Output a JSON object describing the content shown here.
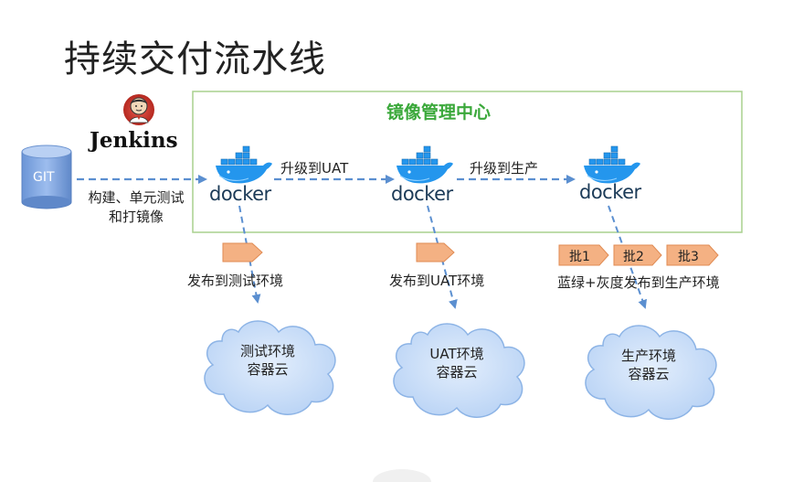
{
  "slide": {
    "title": "持续交付流水线"
  },
  "jenkins": {
    "label": "Jenkins",
    "icon": "jenkins-butler-icon"
  },
  "git": {
    "label": "GIT",
    "icon": "database-cylinder-icon"
  },
  "build_step": {
    "line1": "构建、单元测试",
    "line2": "和打镜像"
  },
  "registry_panel": {
    "title": "镜像管理中心",
    "border_color": "#a9d18e"
  },
  "docker_nodes": [
    {
      "word": "docker"
    },
    {
      "word": "docker"
    },
    {
      "word": "docker"
    }
  ],
  "promotions": [
    {
      "label": "升级到UAT"
    },
    {
      "label": "升级到生产"
    }
  ],
  "deploy_steps": [
    {
      "label": "发布到测试环境"
    },
    {
      "label": "发布到UAT环境"
    },
    {
      "label": "蓝绿+灰度发布到生产环境"
    }
  ],
  "batches": [
    {
      "label": "批1"
    },
    {
      "label": "批2"
    },
    {
      "label": "批3"
    }
  ],
  "clouds": [
    {
      "line1": "测试环境",
      "line2": "容器云"
    },
    {
      "line1": "UAT环境",
      "line2": "容器云"
    },
    {
      "line1": "生产环境",
      "line2": "容器云"
    }
  ],
  "colors": {
    "arrow": "#5b8fd0",
    "docker_blue": "#2496ed",
    "cloud_fill": "#c9defa",
    "cloud_stroke": "#8db4e6",
    "tag_fill": "#f4b183",
    "tag_stroke": "#e08b53",
    "git_fill": "#7aa3df"
  }
}
